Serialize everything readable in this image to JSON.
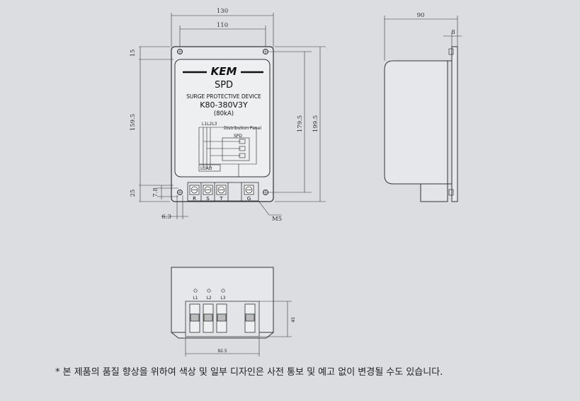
{
  "front_view": {
    "brand": "KEM",
    "product": "SPD",
    "subtitle": "SURGE PROTECTIVE DEVICE",
    "model": "K80-380V3Y",
    "rating": "(80kA)",
    "schematic": {
      "lines": "L1L2L3",
      "panel": "Distribution Panel",
      "spd": "SPD",
      "load": "LOAD"
    },
    "terminals": [
      "R",
      "S",
      "T",
      "G"
    ],
    "dims": {
      "width_outer": "130",
      "width_inner": "110",
      "top_margin": "15",
      "height_left": "159.5",
      "height_inner": "179.5",
      "height_outer": "199.5",
      "bottom_margin": "25",
      "hole_offset": "7.8",
      "hole_dia": "6.3",
      "screw": "M5"
    }
  },
  "side_view": {
    "depth": "90",
    "flange": "8"
  },
  "bottom_view": {
    "indicators": [
      "L1",
      "L2",
      "L3"
    ],
    "height": "45",
    "width": "92.5"
  },
  "footnote": "* 본 제품의 품질 향상을 위하여 색상 및 일부 디자인은 사전 통보 및 예고 없이 변경될 수도 있습니다."
}
